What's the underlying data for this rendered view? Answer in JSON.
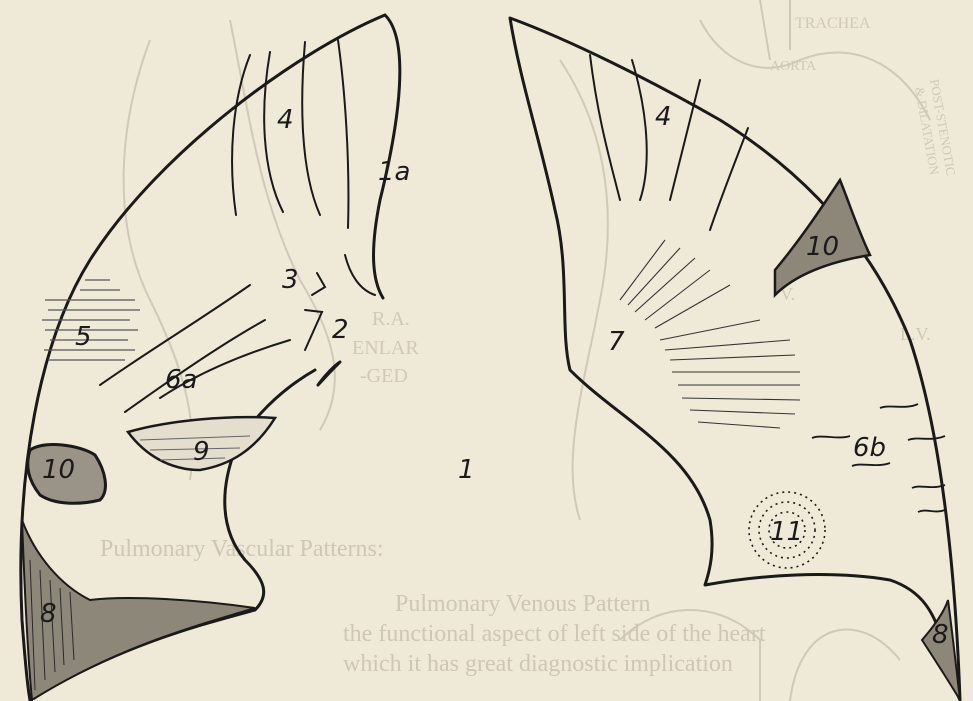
{
  "figure": {
    "number": "1",
    "left_lung_labels": [
      "4",
      "1a",
      "3",
      "2",
      "5",
      "6a",
      "9",
      "10",
      "8"
    ],
    "right_lung_labels": [
      "4",
      "10",
      "7",
      "6b",
      "11",
      "8"
    ]
  },
  "background_traces": {
    "trachea": "TRACHEA",
    "aorta": "AORTA",
    "ra_enlarged": [
      "R.A.",
      "ENLAR",
      "-GED"
    ],
    "lv": "L.V.",
    "v": "V.",
    "right_ghost": [
      "POST-STENOTIC",
      "& DILATATION"
    ]
  },
  "bleed_text": {
    "heading": "Pulmonary Vascular Patterns:",
    "line1": "Pulmonary Venous Pattern",
    "line2": "the functional aspect of left side of the heart",
    "line3": "which it has great diagnostic implication"
  }
}
